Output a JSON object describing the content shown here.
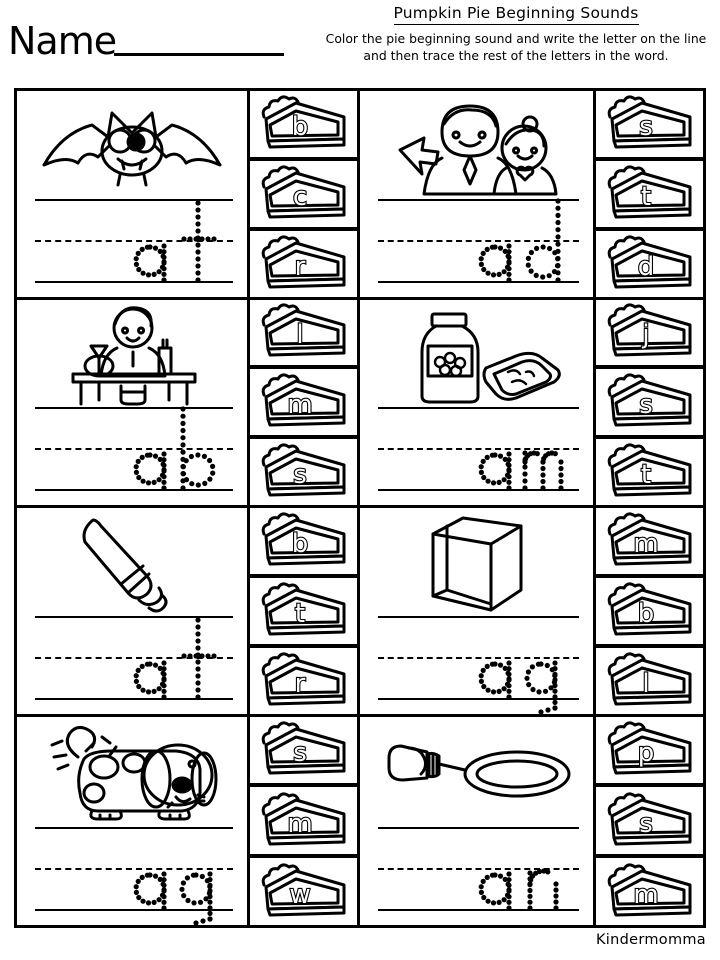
{
  "header": {
    "name_label": "Name",
    "title": "Pumpkin Pie Beginning Sounds",
    "instructions": "Color the pie beginning sound and write the letter on the line and then trace the rest of the letters in the word."
  },
  "footer": {
    "credit": "Kindermomma"
  },
  "colors": {
    "ink": "#000000",
    "paper": "#ffffff"
  },
  "worksheet": {
    "rows": 4,
    "columns": 2,
    "items": [
      {
        "index": 1,
        "picture": "bat-icon",
        "picture_label": "bat",
        "answer_letter": "b",
        "traced_letters": "at",
        "pie_choices": [
          "b",
          "c",
          "r"
        ]
      },
      {
        "index": 2,
        "picture": "dad-and-child-icon",
        "picture_label": "dad",
        "answer_letter": "d",
        "traced_letters": "ad",
        "pie_choices": [
          "s",
          "t",
          "d"
        ]
      },
      {
        "index": 3,
        "picture": "science-lab-icon",
        "picture_label": "lab",
        "answer_letter": "l",
        "traced_letters": "ab",
        "pie_choices": [
          "l",
          "m",
          "s"
        ]
      },
      {
        "index": 4,
        "picture": "jam-jar-and-toast-icon",
        "picture_label": "jam",
        "answer_letter": "j",
        "traced_letters": "am",
        "pie_choices": [
          "j",
          "s",
          "t"
        ]
      },
      {
        "index": 5,
        "picture": "baseball-bat-icon",
        "picture_label": "bat",
        "answer_letter": "b",
        "traced_letters": "at",
        "pie_choices": [
          "b",
          "t",
          "r"
        ]
      },
      {
        "index": 6,
        "picture": "paper-bag-icon",
        "picture_label": "bag",
        "answer_letter": "b",
        "traced_letters": "ag",
        "pie_choices": [
          "m",
          "b",
          "l"
        ]
      },
      {
        "index": 7,
        "picture": "wagging-dog-icon",
        "picture_label": "wag",
        "answer_letter": "w",
        "traced_letters": "ag",
        "pie_choices": [
          "s",
          "m",
          "w"
        ]
      },
      {
        "index": 8,
        "picture": "frying-pan-icon",
        "picture_label": "pan",
        "answer_letter": "p",
        "traced_letters": "an",
        "pie_choices": [
          "p",
          "s",
          "m"
        ]
      }
    ]
  }
}
